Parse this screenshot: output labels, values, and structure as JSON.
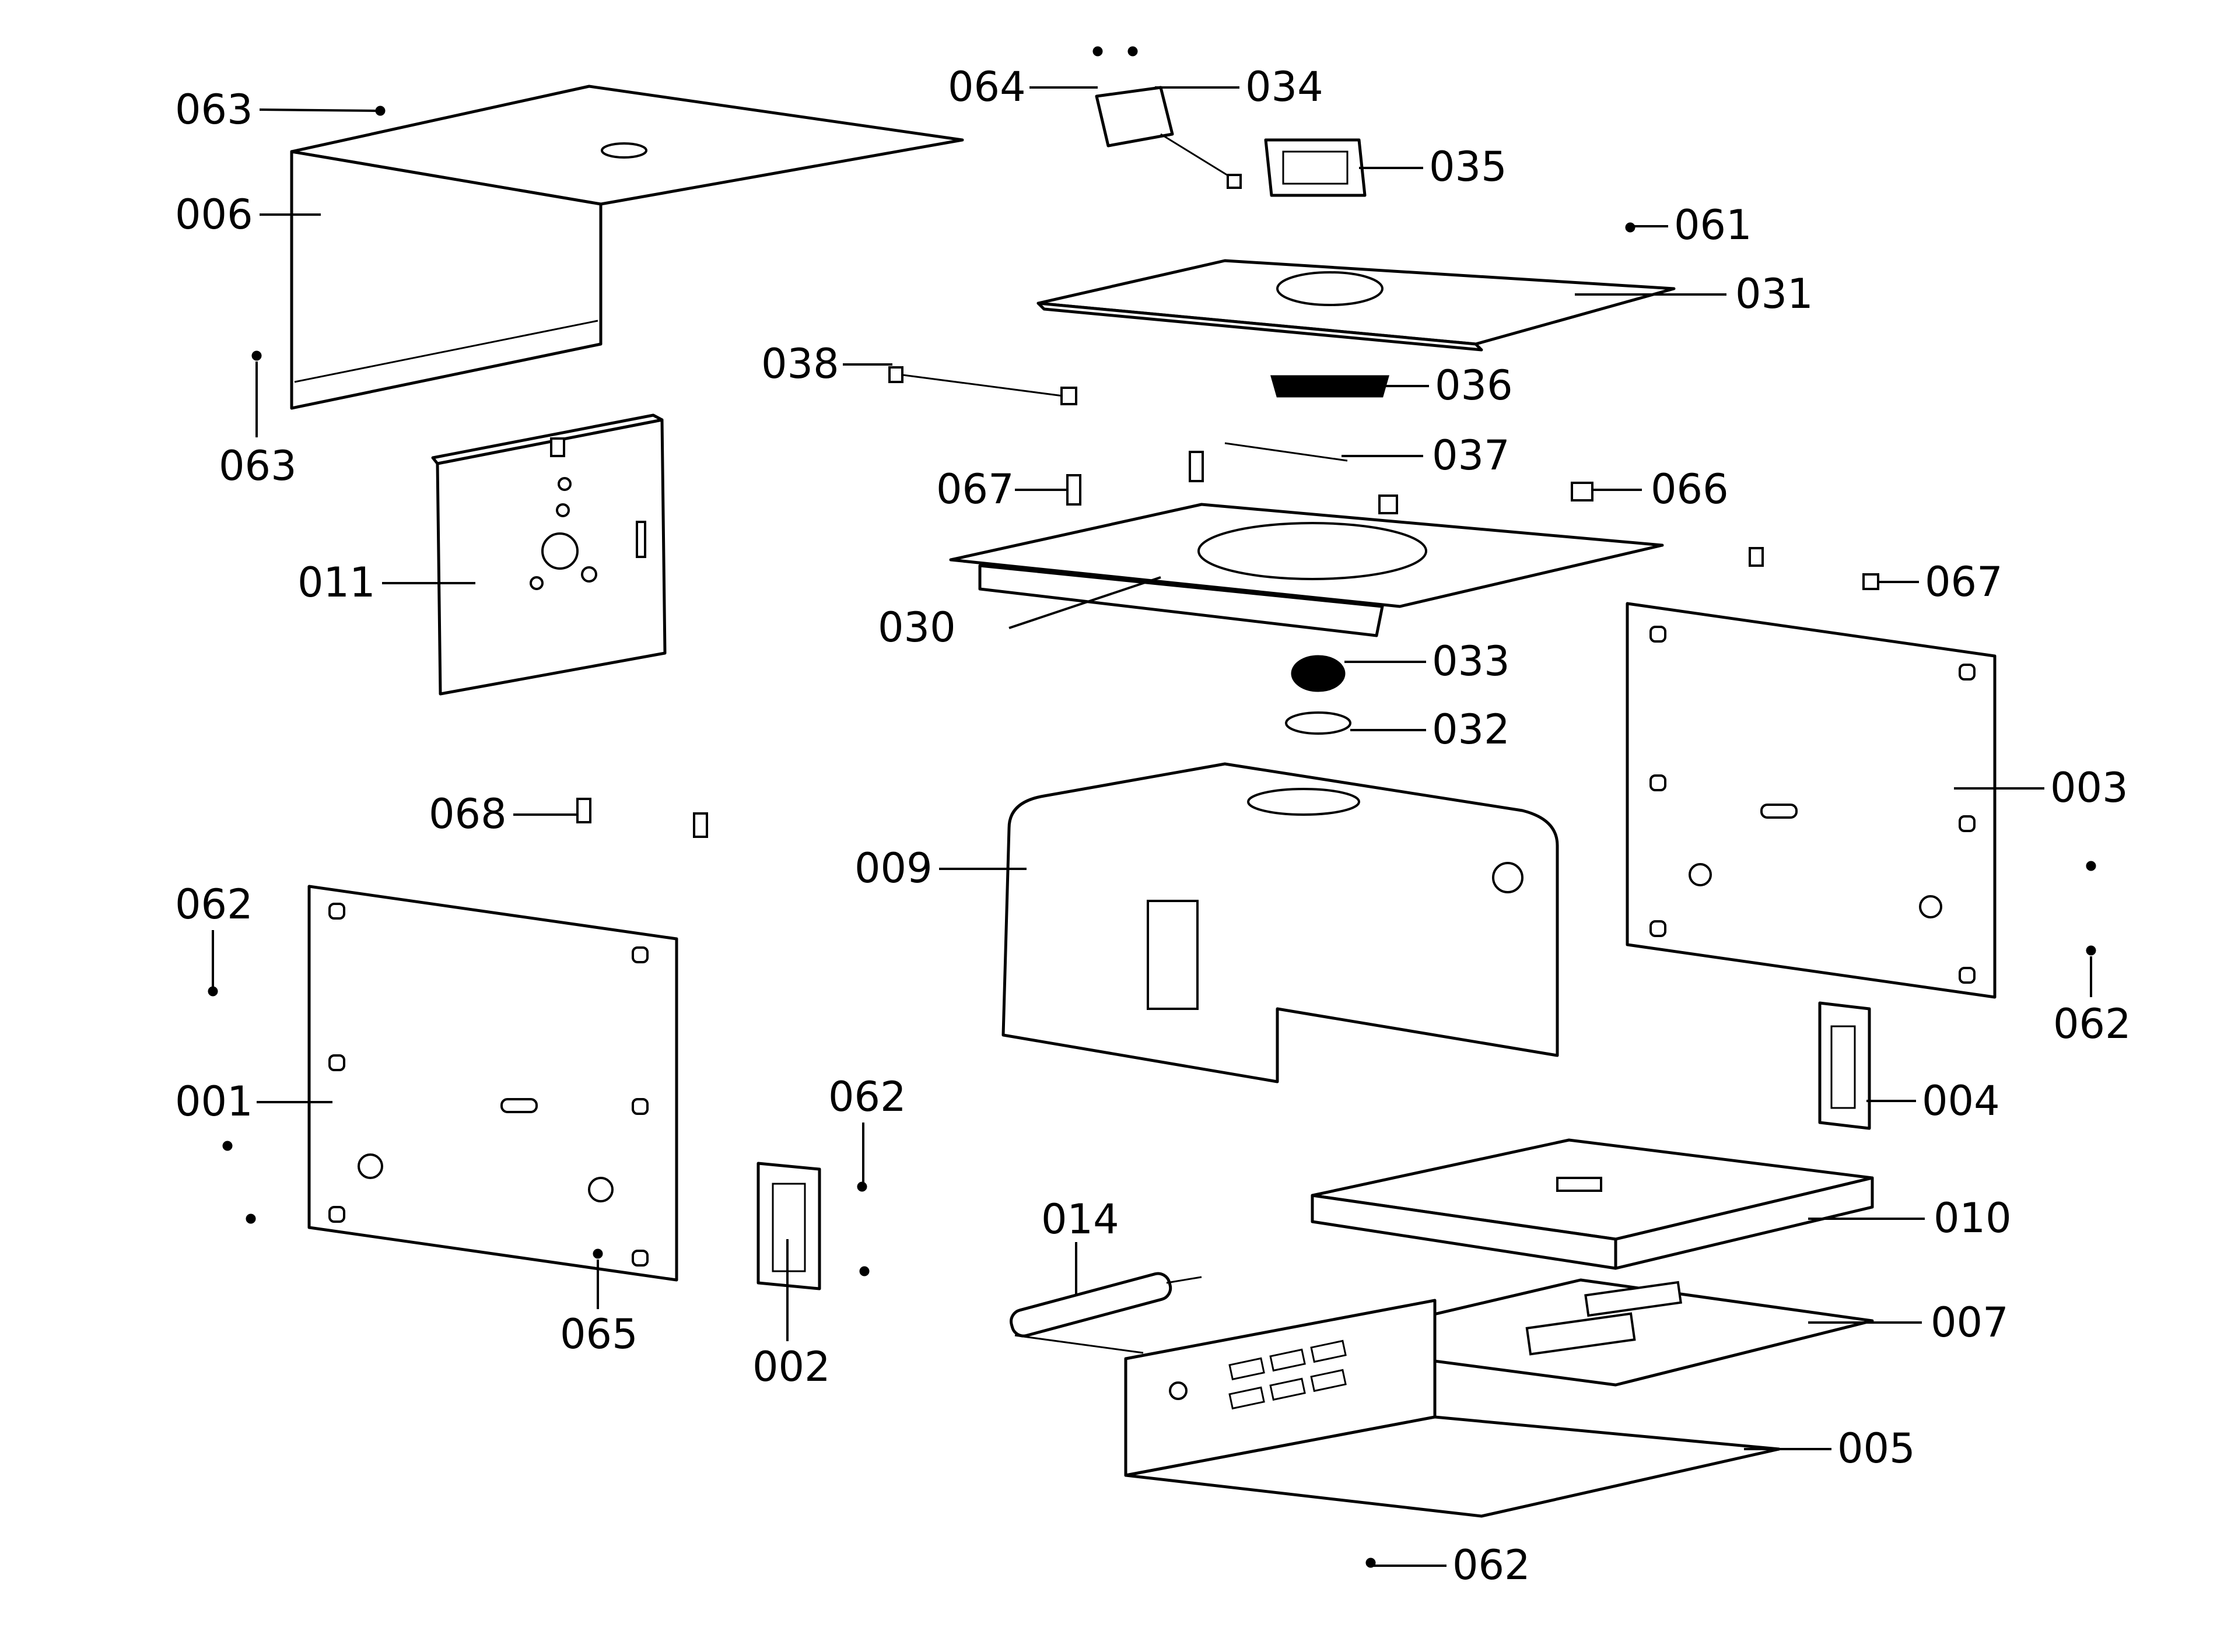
{
  "labels": {
    "l001": "001",
    "l002": "002",
    "l003": "003",
    "l004": "004",
    "l005": "005",
    "l006": "006",
    "l007": "007",
    "l009": "009",
    "l010": "010",
    "l011": "011",
    "l014": "014",
    "l030": "030",
    "l031": "031",
    "l032": "032",
    "l033": "033",
    "l034": "034",
    "l035": "035",
    "l036": "036",
    "l037": "037",
    "l038": "038",
    "l061": "061",
    "l062a": "062",
    "l062b": "062",
    "l062c": "062",
    "l062d": "062",
    "l063a": "063",
    "l063b": "063",
    "l064": "064",
    "l065": "065",
    "l066": "066",
    "l067a": "067",
    "l067b": "067",
    "l068": "068"
  }
}
